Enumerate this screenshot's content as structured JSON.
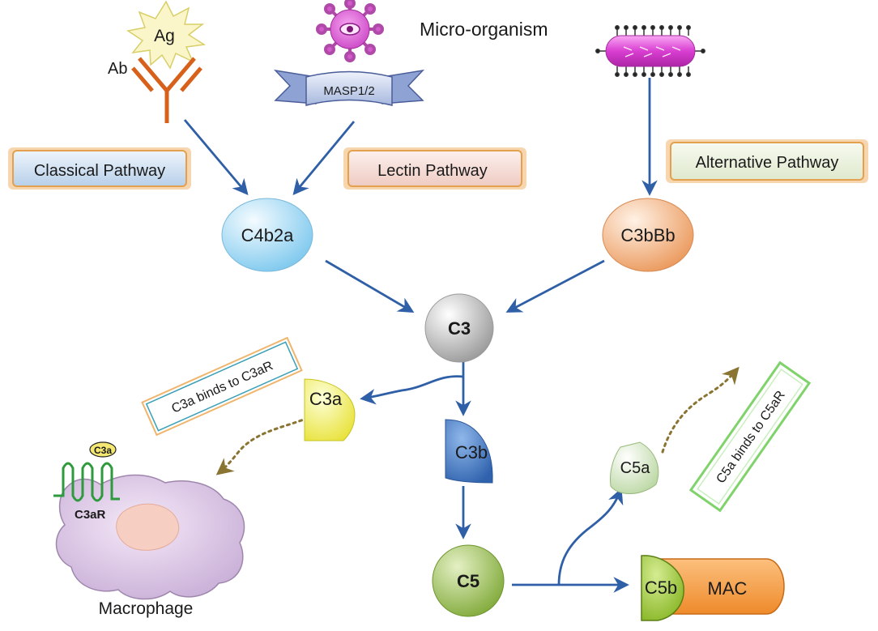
{
  "labels": {
    "ag": "Ag",
    "ab": "Ab",
    "masp": "MASP1/2",
    "microorganism": "Micro-organism",
    "classical": "Classical Pathway",
    "lectin": "Lectin Pathway",
    "alternative": "Alternative Pathway",
    "c4b2a": "C4b2a",
    "c3bbb": "C3bBb",
    "c3": "C3",
    "c3a": "C3a",
    "c3b": "C3b",
    "c5": "C5",
    "c5a": "C5a",
    "c5b": "C5b",
    "mac": "MAC",
    "c3a_binds": "C3a binds to C3aR",
    "c5a_binds": "C5a binds to C5aR",
    "receptor_ligand": "C3a",
    "c3ar": "C3aR",
    "macrophage": "Macrophage"
  },
  "colors": {
    "arrow": "#2f5fa6",
    "dotted_arrow": "#8a7431",
    "antibody": "#d7611b",
    "classical_box": "#cfe0f2",
    "lectin_box": "#f5dcd6",
    "alternative_box": "#eaf1de",
    "box_border": "#e3a14f",
    "c3a_box_border": "#3aa0b8",
    "c5a_box_border": "#7fd36a",
    "receptor": "#2e9a3e"
  }
}
